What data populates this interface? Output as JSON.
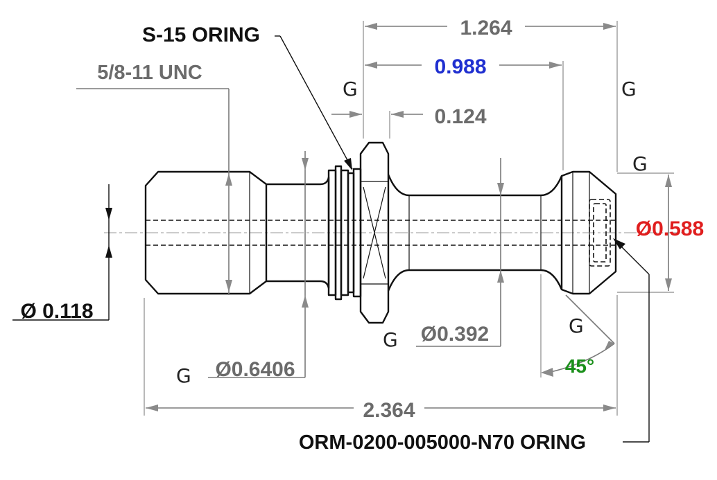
{
  "dimensions": {
    "overall_length": "2.364",
    "flange_to_tip": "1.264",
    "flange_to_shoulder": "0.988",
    "flange_width": "0.124",
    "tip_diameter": "Ø0.588",
    "neck_diameter": "Ø0.392",
    "body_diameter": "Ø0.6406",
    "bore_diameter": "Ø 0.118",
    "chamfer_angle": "45°"
  },
  "callouts": {
    "thread": "5/8-11 UNC",
    "flange_oring": "S-15 ORING",
    "tip_oring": "ORM-0200-005000-N70 ORING"
  },
  "markers": {
    "grind_symbol": "G"
  },
  "colors": {
    "dimension_gray": "#6b6b6b",
    "blue_dimension": "#1f2fd0",
    "red_dimension": "#e01e1e",
    "green_dimension": "#1a8f1a",
    "outline": "#111111"
  }
}
